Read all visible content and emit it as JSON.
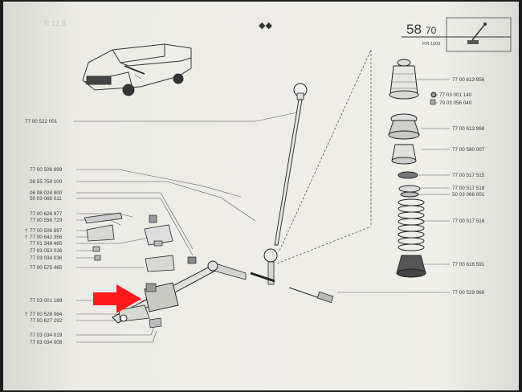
{
  "header": {
    "page_number": "58",
    "page_suffix": "70",
    "ref_code": "P.R 1009",
    "top_symbol": "◆◆"
  },
  "labels_left": [
    "77 00 522 001",
    "77 00 506 899",
    "08 55 758 100",
    "06 08 024 800",
    "50 03 066 011",
    "77 00 626 977",
    "77 00 556 729",
    "77 00 506 897",
    "77 00 642 356",
    "77 01 348 495",
    "77 03 053 036",
    "77 03 034 036",
    "77 00 575 465",
    "77 03 001 189",
    "77 00 528 064",
    "77 00 627 292",
    "77 03 034 019",
    "77 03 034 008"
  ],
  "labels_left_markers": [
    "",
    "",
    "",
    "",
    "",
    "",
    "",
    "†",
    "†",
    "",
    "",
    "",
    "",
    "",
    "†",
    "",
    "",
    ""
  ],
  "labels_right": [
    "77 00 613 956",
    "77 03 001 140",
    "79 03 056 040",
    "77 00 613 968",
    "77 00 580 007",
    "77 00 517 515",
    "77 00 517 518",
    "50 03 066 001",
    "77 00 517 516",
    "77 00 616 591",
    "77 00 529 966"
  ],
  "colors": {
    "paper": "#ecebe6",
    "ink": "#2b2b2b",
    "highlight_arrow": "#ff1a1a",
    "background": "#1c1c1c"
  }
}
